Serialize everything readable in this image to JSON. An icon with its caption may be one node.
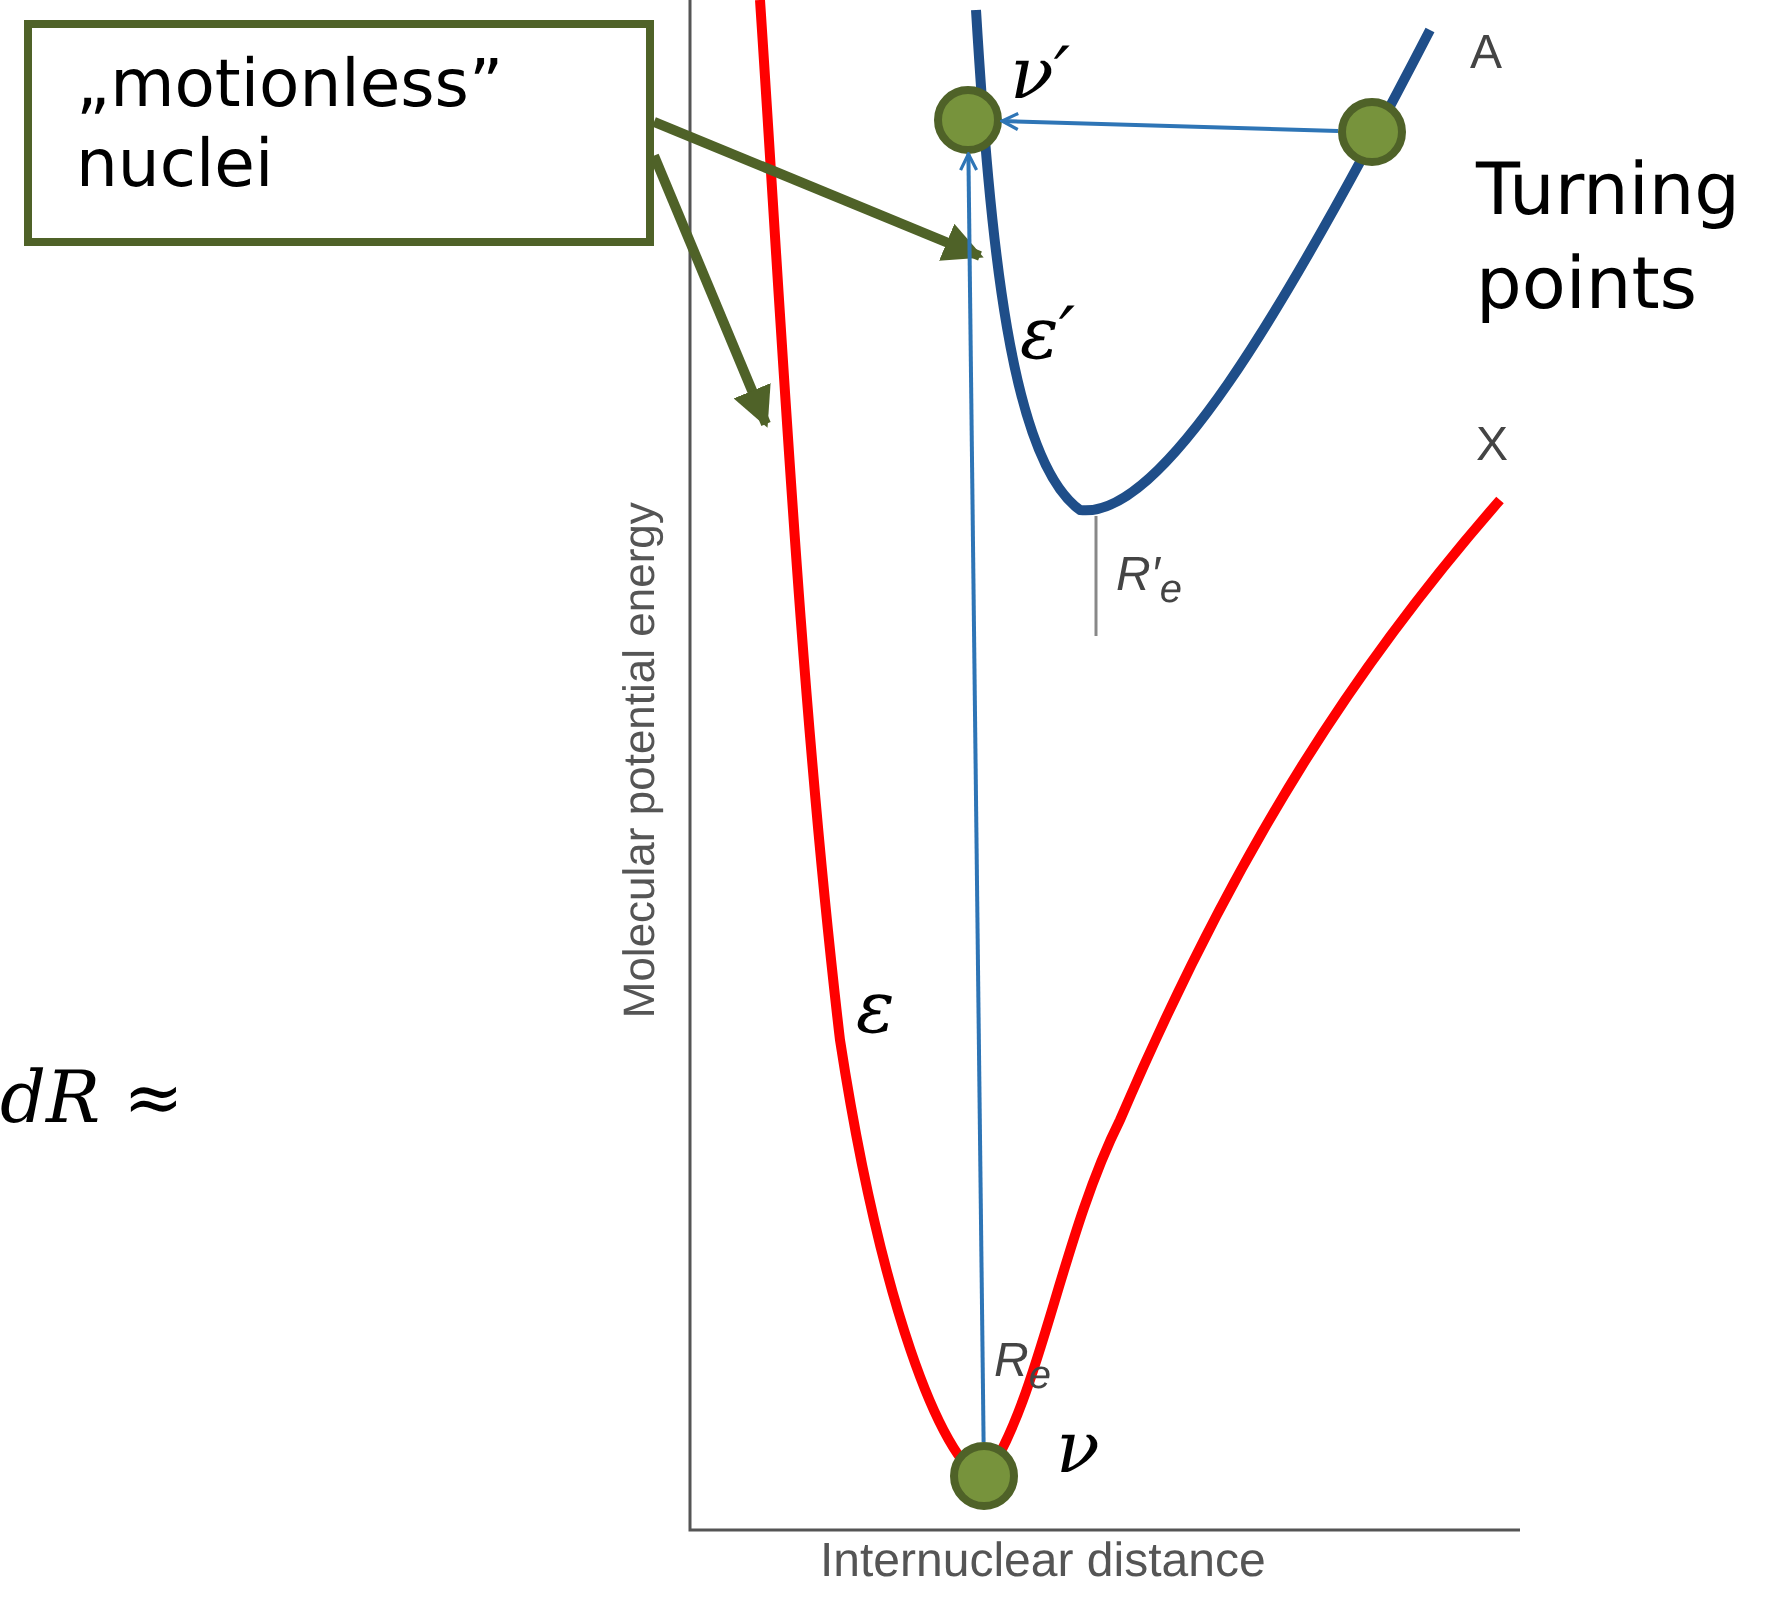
{
  "diagram": {
    "nodes": [
      {
        "text": [
          "„motionless” nuclei"
        ]
      },
      {
        "text": [],
        "shape": "circle",
        "beside": [
          "ν′"
        ]
      },
      {
        "text": [],
        "shape": "circle"
      },
      {
        "text": [],
        "shape": "circle",
        "beside": [
          "ν"
        ]
      }
    ],
    "edges": [
      {
        "from": 0,
        "to": null,
        "arrow": "to",
        "style": "thick"
      },
      {
        "from": 0,
        "to": null,
        "arrow": "to",
        "style": "thick"
      },
      {
        "from": 2,
        "to": 1,
        "arrow": "to",
        "color": "#2e75b6"
      },
      {
        "from": 3,
        "to": 1,
        "arrow": "to",
        "color": "#2e75b6"
      }
    ],
    "labels": [
      "A",
      "Turning points",
      "ε′",
      "X",
      "R′$_{e}$",
      "Molecular potential energy",
      "ε",
      "dR ≈",
      "R$_{e}$",
      "Internuclear distance"
    ]
  }
}
